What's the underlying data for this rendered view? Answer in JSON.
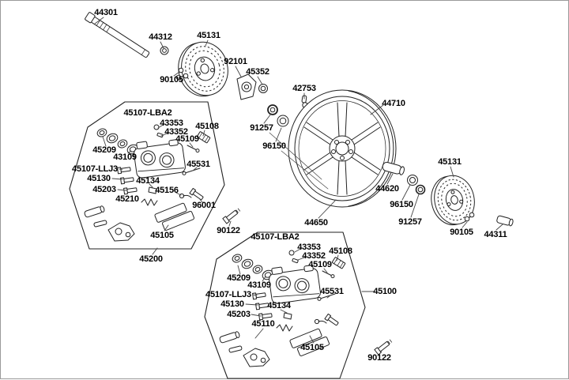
{
  "page": {
    "background": "#ffffff",
    "line_color": "#222222",
    "label_color": "#000000"
  },
  "labels": {
    "n44301": "44301",
    "n44312": "44312",
    "n45131_top": "45131",
    "n90105_top": "90105",
    "n92101": "92101",
    "n45352": "45352",
    "n42753": "42753",
    "n44710": "44710",
    "n91257_left": "91257",
    "n96150_left": "96150",
    "n44650": "44650",
    "n44620": "44620",
    "n96150_right": "96150",
    "n91257_right": "91257",
    "n45131_right": "45131",
    "n90105_right": "90105",
    "n44311": "44311",
    "n90122_a": "90122",
    "n90122_b": "90122"
  },
  "caliper1": {
    "title": "45107-LBA2",
    "n43353": "43353",
    "n43352": "43352",
    "n45108": "45108",
    "n45109": "45109",
    "n45209": "45209",
    "n43109": "43109",
    "n45107_llj3": "45107-LLJ3",
    "n45130": "45130",
    "n45134": "45134",
    "n45531": "45531",
    "n45203": "45203",
    "n45156": "45156",
    "n45210": "45210",
    "n96001": "96001",
    "n45105": "45105",
    "assembly_no": "45200"
  },
  "caliper2": {
    "title": "45107-LBA2",
    "n43353": "43353",
    "n43352": "43352",
    "n45108": "45108",
    "n45109": "45109",
    "n45209": "45209",
    "n43109": "43109",
    "n45107_llj3": "45107-LLJ3",
    "n45130": "45130",
    "n45134": "45134",
    "n45531": "45531",
    "n45203": "45203",
    "n45110": "45110",
    "n45105": "45105",
    "assembly_no": "45100"
  }
}
